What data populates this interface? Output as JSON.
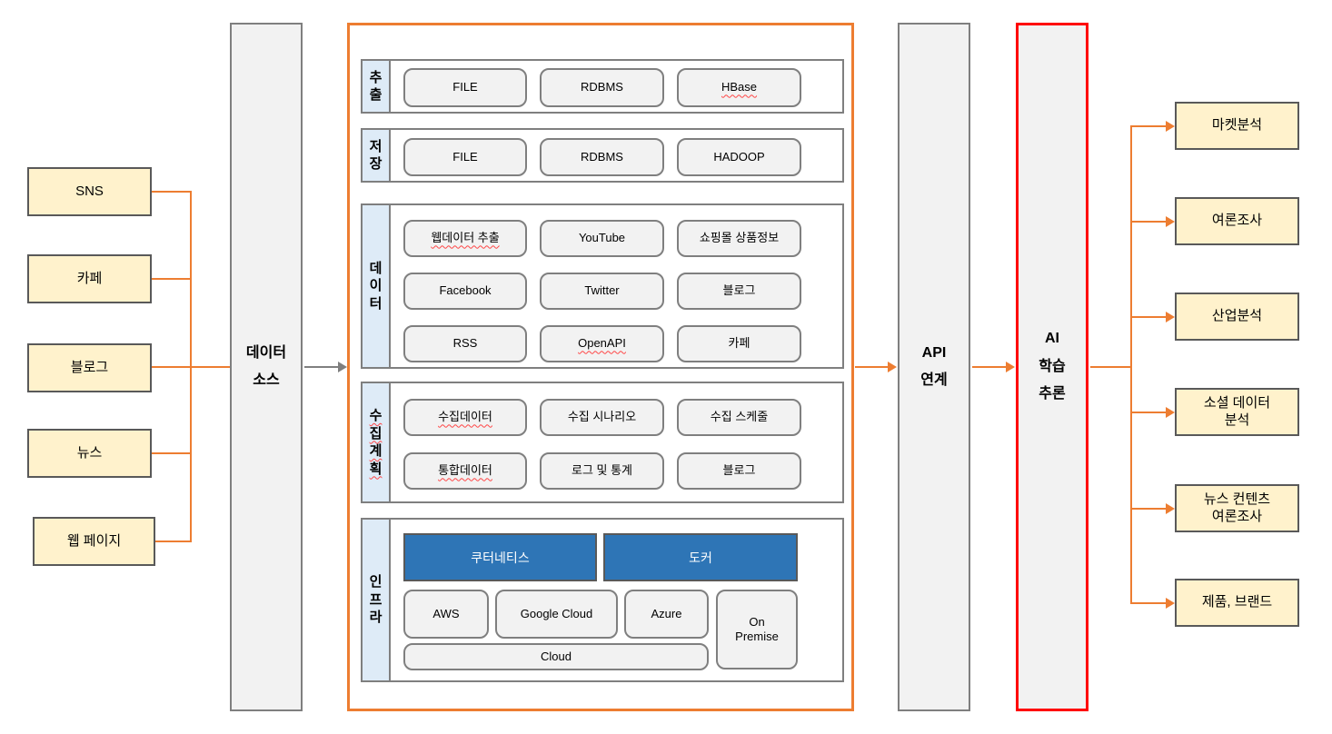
{
  "colors": {
    "accent_orange": "#ED7D31",
    "source_box_yellow": "#FFF2CC",
    "column_gray": "#F2F2F2",
    "row_label_blue": "#DEEBF7",
    "infra_header_blue": "#2E75B6",
    "border_gray": "#7F7F7F",
    "border_dark": "#595959",
    "ai_border_red": "#FF0000",
    "spellcheck_red": "#FF4545"
  },
  "left_sources": {
    "sns": "SNS",
    "cafe": "카페",
    "blog": "블로그",
    "news": "뉴스",
    "webpage": "웹 페이지"
  },
  "data_source": {
    "line1": "데이터",
    "line2": "소스"
  },
  "pipeline": {
    "extract": {
      "label": "추출",
      "buttons": {
        "b1": "FILE",
        "b2": "RDBMS",
        "b3": "HBase"
      }
    },
    "store": {
      "label": "저장",
      "buttons": {
        "b1": "FILE",
        "b2": "RDBMS",
        "b3": "HADOOP"
      }
    },
    "data": {
      "label": "데이터",
      "buttons": {
        "b1": "웹데이터 추출",
        "b2": "YouTube",
        "b3": "쇼핑몰 상품정보",
        "b4": "Facebook",
        "b5": "Twitter",
        "b6": "블로그",
        "b7": "RSS",
        "b8": "OpenAPI",
        "b9": "카페"
      }
    },
    "plan": {
      "label": "수집계획",
      "buttons": {
        "b1": "수집데이터",
        "b2": "수집 시나리오",
        "b3": "수집 스케줄",
        "b4": "통합데이터",
        "b5": "로그 및 통계",
        "b6": "블로그"
      }
    },
    "infra": {
      "label": "인프라",
      "buttons": {
        "kubernetes": "쿠터네티스",
        "docker": "도커",
        "aws": "AWS",
        "gcloud": "Google Cloud",
        "azure": "Azure",
        "onprem": "On Premise",
        "cloud": "Cloud"
      }
    }
  },
  "api_link": {
    "line1": "API",
    "line2": "연계"
  },
  "ai_inference": {
    "line1": "AI",
    "line2": "학습",
    "line3": "추론"
  },
  "right_outputs": {
    "market": "마켓분석",
    "opinion": "여론조사",
    "industry": "산업분석",
    "social": {
      "line1": "소셜 데이터",
      "line2": "분석"
    },
    "news": {
      "line1": "뉴스 컨텐츠",
      "line2": "여론조사"
    },
    "product": "제품, 브랜드"
  }
}
